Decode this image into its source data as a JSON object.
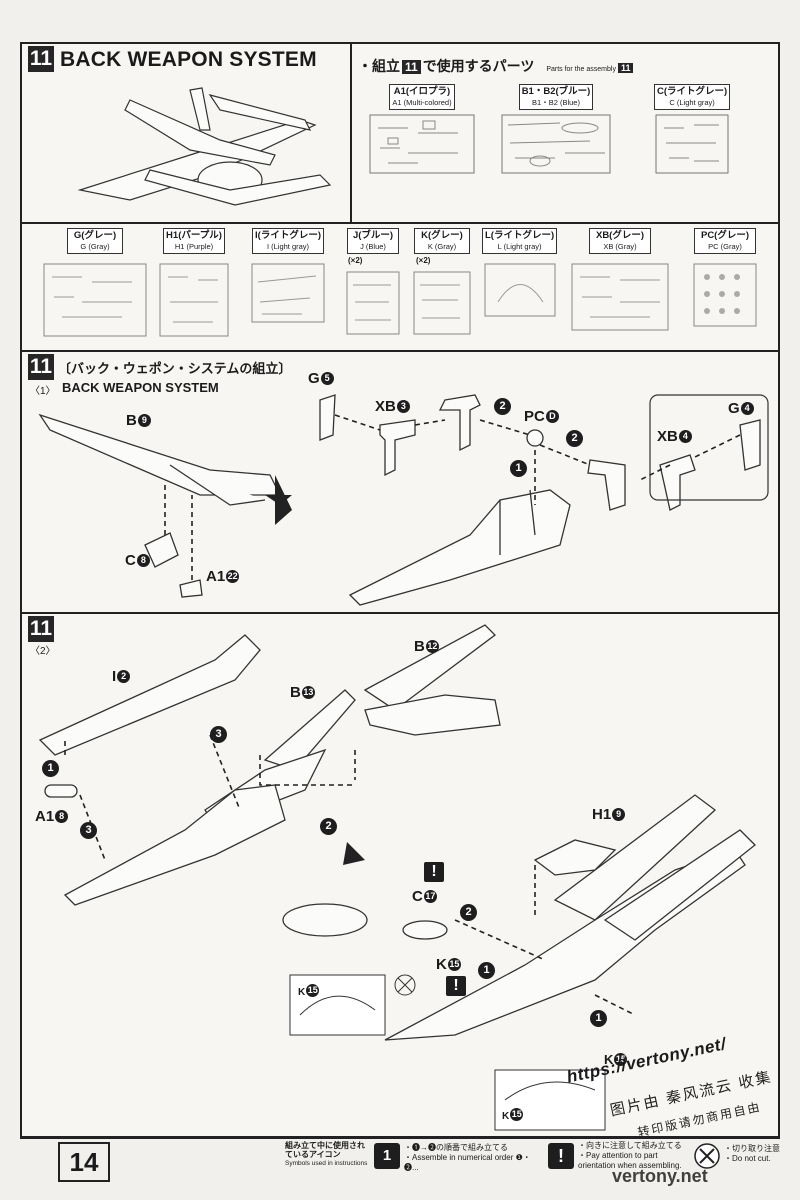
{
  "header": {
    "section_number": "11",
    "title": "BACK WEAPON SYSTEM",
    "parts_heading": "・組立",
    "parts_heading_num": "11",
    "parts_heading_suffix": "で使用するパーツ",
    "parts_heading_en": "Parts for the assembly",
    "parts_heading_en_num": "11"
  },
  "runners_top": [
    {
      "jp": "A1(イロプラ)",
      "en": "A1 (Multi-colored)"
    },
    {
      "jp": "B1・B2(ブルー)",
      "en": "B1・B2 (Blue)"
    },
    {
      "jp": "C(ライトグレー)",
      "en": "C (Light gray)"
    }
  ],
  "runners_bottom": [
    {
      "jp": "G(グレー)",
      "en": "G (Gray)",
      "mult": ""
    },
    {
      "jp": "H1(パープル)",
      "en": "H1 (Purple)",
      "mult": ""
    },
    {
      "jp": "I(ライトグレー)",
      "en": "I (Light gray)",
      "mult": ""
    },
    {
      "jp": "J(ブルー)",
      "en": "J (Blue)",
      "mult": "(×2)"
    },
    {
      "jp": "K(グレー)",
      "en": "K (Gray)",
      "mult": "(×2)"
    },
    {
      "jp": "L(ライトグレー)",
      "en": "L (Light gray)",
      "mult": ""
    },
    {
      "jp": "XB(グレー)",
      "en": "XB (Gray)",
      "mult": ""
    },
    {
      "jp": "PC(グレー)",
      "en": "PC (Gray)",
      "mult": ""
    }
  ],
  "step1": {
    "num": "11",
    "jp_title": "〔バック・ウェポン・システムの組立〕",
    "sub": "〈1〉",
    "sub_title": "BACK WEAPON SYSTEM",
    "callouts": {
      "b9": {
        "part": "B",
        "n": "9"
      },
      "c8": {
        "part": "C",
        "n": "8"
      },
      "a122": {
        "part": "A1",
        "n": "22"
      },
      "g5": {
        "part": "G",
        "n": "5"
      },
      "xb3": {
        "part": "XB",
        "n": "3"
      },
      "pcd": {
        "part": "PC",
        "n": "D"
      },
      "g4": {
        "part": "G",
        "n": "4"
      },
      "xb4": {
        "part": "XB",
        "n": "4"
      }
    }
  },
  "step2": {
    "num": "11",
    "sub": "〈2〉",
    "callouts": {
      "i2": {
        "part": "I",
        "n": "2"
      },
      "b13": {
        "part": "B",
        "n": "13"
      },
      "b12": {
        "part": "B",
        "n": "12"
      },
      "a18": {
        "part": "A1",
        "n": "8"
      },
      "h19": {
        "part": "H1",
        "n": "9"
      },
      "c17": {
        "part": "C",
        "n": "17"
      },
      "k15": {
        "part": "K",
        "n": "15"
      },
      "k15b": {
        "part": "K",
        "n": "15"
      },
      "k15c": {
        "part": "K",
        "n": "15"
      },
      "k15d": {
        "part": "K",
        "n": "15"
      }
    }
  },
  "footer": {
    "page_number": "14",
    "legend_title": "組み立て中に使用されているアイコン",
    "legend_title_en": "Symbols used in instructions",
    "legend_order_jp": "・❶→❷の順番で組み立てる",
    "legend_order_en": "・Assemble in numerical order ❶・❷...",
    "legend_attention_jp": "・向きに注意して組み立てる",
    "legend_attention_en": "・Pay attention to part orientation when assembling.",
    "legend_cut_jp": "・切り取り注意",
    "legend_cut_en": "・Do not cut."
  },
  "watermarks": {
    "url": "https://vertony.net/",
    "cn1": "图片由 秦风流云 收集",
    "cn2": "转印版请勿商用自由",
    "site": "vertony.net"
  }
}
